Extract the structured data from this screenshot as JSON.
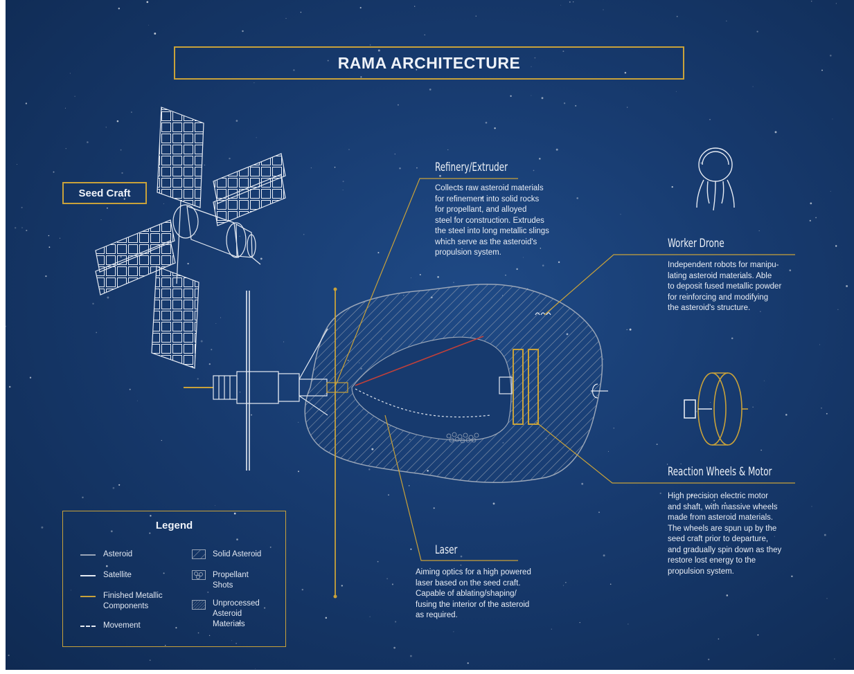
{
  "title": "RAMA ARCHITECTURE",
  "seed_craft_label": "Seed Craft",
  "sections": {
    "refinery": {
      "heading": "Refinery/Extruder",
      "text": "Collects raw asteroid materials\nfor refinement into solid rocks\nfor propellant, and alloyed\nsteel for construction. Extrudes\nthe steel into long metallic slings\nwhich serve as the asteroid's\npropulsion system."
    },
    "worker_drone": {
      "heading": "Worker Drone",
      "text": "Independent robots for manipu-\nlating asteroid materials. Able\nto deposit fused metallic powder\nfor reinforcing and modifying\nthe asteroid's structure."
    },
    "reaction_wheels": {
      "heading": "Reaction Wheels & Motor",
      "text": "High precision electric motor\nand shaft, with massive wheels\nmade from asteroid materials.\nThe wheels are spun up by the\nseed craft prior to departure,\nand gradually spin down as they\nrestore lost energy to the\npropulsion system."
    },
    "laser": {
      "heading": "Laser",
      "text": "Aiming optics for a high powered\nlaser based on the seed craft.\nCapable of ablating/shaping/\nfusing the interior of the asteroid\nas required."
    }
  },
  "legend": {
    "title": "Legend",
    "items": [
      {
        "label": "Asteroid",
        "swatch": "gray-line"
      },
      {
        "label": "Satellite",
        "swatch": "white-line"
      },
      {
        "label": "Finished Metallic\nComponents",
        "swatch": "gold-line"
      },
      {
        "label": "Movement",
        "swatch": "dashed-line"
      },
      {
        "label": "Solid Asteroid",
        "swatch": "hatched-square"
      },
      {
        "label": "Propellant\nShots",
        "swatch": "pellets-square"
      },
      {
        "label": "Unprocessed\nAsteroid\nMaterials",
        "swatch": "fine-hatch-square"
      }
    ]
  },
  "colors": {
    "background": "#173a6e",
    "gold": "#c9a23a",
    "white": "#eef2f8",
    "asteroid_gray": "#9aa6b8",
    "laser_red": "#c0403a"
  }
}
